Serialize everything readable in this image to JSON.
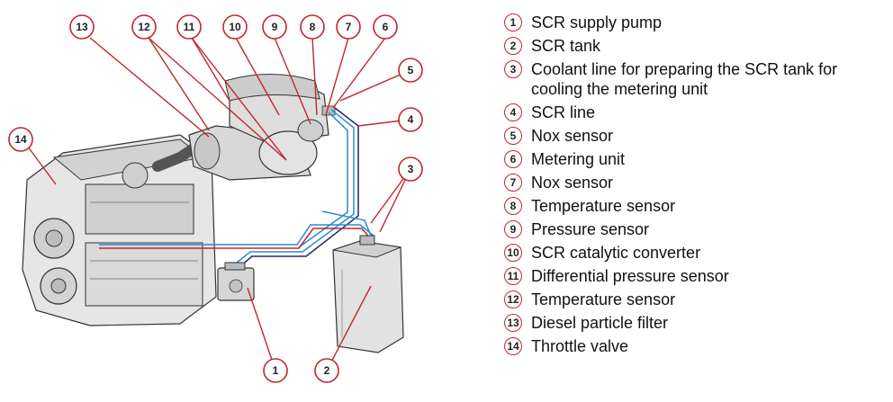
{
  "callouts": [
    "13",
    "12",
    "11",
    "10",
    "9",
    "8",
    "7",
    "6",
    "5",
    "4",
    "3",
    "14",
    "1",
    "2"
  ],
  "legend": [
    {
      "num": "1",
      "label": "SCR supply pump"
    },
    {
      "num": "2",
      "label": "SCR tank"
    },
    {
      "num": "3",
      "label": "Coolant line for preparing the SCR tank for cooling the metering unit"
    },
    {
      "num": "4",
      "label": "SCR line"
    },
    {
      "num": "5",
      "label": "Nox sensor"
    },
    {
      "num": "6",
      "label": "Metering unit"
    },
    {
      "num": "7",
      "label": "Nox sensor"
    },
    {
      "num": "8",
      "label": "Temperature sensor"
    },
    {
      "num": "9",
      "label": "Pressure sensor"
    },
    {
      "num": "10",
      "label": "SCR catalytic converter"
    },
    {
      "num": "11",
      "label": "Differential pressure sensor"
    },
    {
      "num": "12",
      "label": "Temperature sensor"
    },
    {
      "num": "13",
      "label": "Diesel particle filter"
    },
    {
      "num": "14",
      "label": "Throttle valve"
    }
  ],
  "colors": {
    "callout": "#c0282d",
    "scr_line": "#2a8bd0",
    "coolant_line": "#c0282d",
    "line_dark": "#1d2a6b"
  }
}
